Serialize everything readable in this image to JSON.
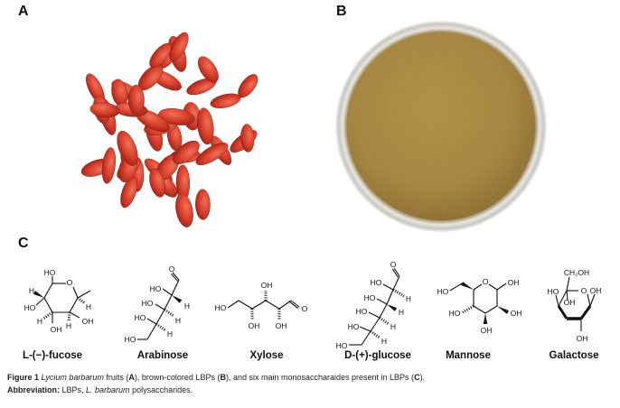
{
  "panels": {
    "a": "A",
    "b": "B",
    "c": "C"
  },
  "colors": {
    "berry": "#d63f2b",
    "berry_dark": "#9e2216",
    "powder": "#ad873a",
    "dish_rim": "#cfcfcf"
  },
  "molecules": [
    {
      "name": "L-(−)-fucose",
      "atoms": [
        "HO",
        "O",
        "H",
        "HO",
        "H",
        "OH",
        "H",
        "OH",
        "H"
      ]
    },
    {
      "name": "Arabinose",
      "atoms": [
        "O",
        "HO",
        "H",
        "HO",
        "H",
        "HO",
        "H",
        "HO"
      ]
    },
    {
      "name": "Xylose",
      "atoms": [
        "HO",
        "OH",
        "OH",
        "OH",
        "O"
      ]
    },
    {
      "name": "D-(+)-glucose",
      "atoms": [
        "O",
        "HO",
        "H",
        "HO",
        "H",
        "HO",
        "H",
        "HO",
        "H",
        "HO"
      ]
    },
    {
      "name": "Mannose",
      "atoms": [
        "O",
        "OH",
        "OH",
        "OH",
        "HO",
        "HO"
      ]
    },
    {
      "name": "Galactose",
      "atoms": [
        "CH₂OH",
        "O",
        "OH",
        "HO",
        "OH",
        "OH"
      ]
    }
  ],
  "caption": {
    "line1": [
      {
        "text": "Figure 1 ",
        "style": "bold"
      },
      {
        "text": "Lycium barbarum",
        "style": "italic"
      },
      {
        "text": " fruits (",
        "style": "normal"
      },
      {
        "text": "A",
        "style": "bold"
      },
      {
        "text": "), brown-colored LBPs (",
        "style": "normal"
      },
      {
        "text": "B",
        "style": "bold"
      },
      {
        "text": "), and six main monosaccharaides present in LBPs (",
        "style": "normal"
      },
      {
        "text": "C",
        "style": "bold"
      },
      {
        "text": ").",
        "style": "normal"
      }
    ],
    "line2": [
      {
        "text": "Abbreviation:",
        "style": "bold"
      },
      {
        "text": " LBPs, ",
        "style": "normal"
      },
      {
        "text": "L. barbarum",
        "style": "italic"
      },
      {
        "text": " polysaccharides.",
        "style": "normal"
      }
    ]
  }
}
